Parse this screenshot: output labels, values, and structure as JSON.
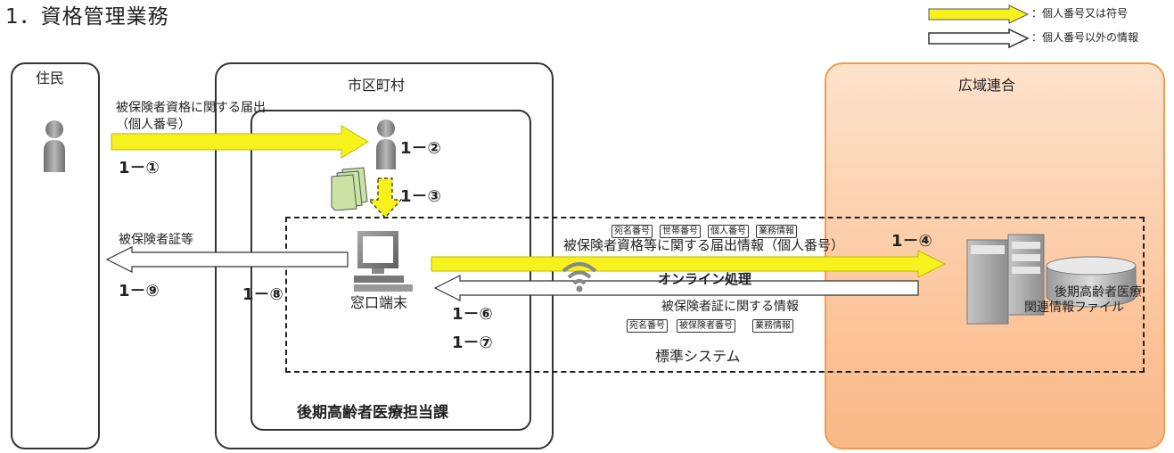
{
  "title": "1．資格管理業務",
  "legend": {
    "yellow": "：個人番号又は符号",
    "white": "：個人番号以外の情報"
  },
  "residents": {
    "label": "住民"
  },
  "municipality": {
    "label": "市区町村",
    "dept": "後期高齢者医療担当課"
  },
  "union": {
    "label": "広域連合",
    "db_label_1": "後期高齢者医療",
    "db_label_2": "関連情報ファイル"
  },
  "flows": {
    "notify_1": "被保険者資格に関する届出",
    "notify_2": "（個人番号）",
    "card": "被保険者証等",
    "upload": "被保険者資格等に関する届出情報（個人番号）",
    "online": "オンライン処理",
    "card_info": "被保険者証に関する情報"
  },
  "terminal": {
    "label": "窓口端末"
  },
  "system": {
    "label": "標準システム"
  },
  "steps": {
    "s1": "1－①",
    "s2": "1－②",
    "s3": "1－③",
    "s4": "1－④",
    "s6": "1－⑥",
    "s7": "1－⑦",
    "s8": "1－⑧",
    "s9": "1－⑨"
  },
  "tags_top": [
    "宛名番号",
    "世帯番号",
    "個人番号",
    "業務情報"
  ],
  "tags_bottom": [
    "宛名番号",
    "被保険者番号",
    "業務情報"
  ],
  "colors": {
    "yellow": "#f7f21e",
    "orange_top": "#fde3cc",
    "orange_bottom": "#f9b886"
  }
}
